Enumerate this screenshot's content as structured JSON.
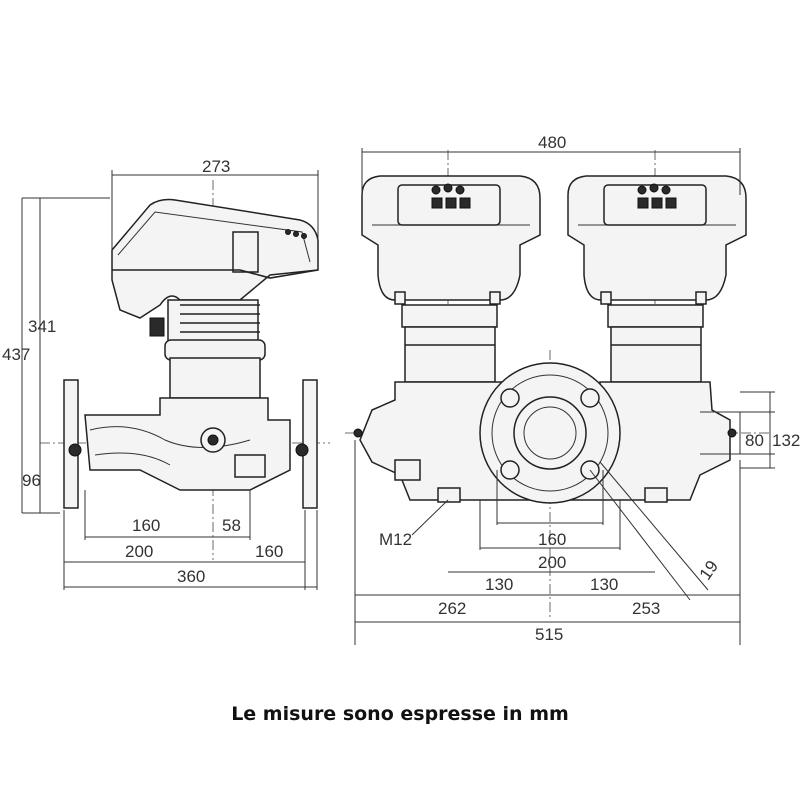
{
  "caption": "Le misure sono espresse in mm",
  "side_view": {
    "dims": {
      "width_top": "273",
      "height_motor": "341",
      "height_total": "437",
      "height_axis": "96",
      "flange_160": "160",
      "offset_58": "58",
      "half_200": "200",
      "half_160": "160",
      "overall_360": "360"
    }
  },
  "front_view": {
    "dims": {
      "width_motors": "480",
      "flange_80": "80",
      "flange_132": "132",
      "bolt": "M12",
      "pitch_160": "160",
      "pitch_200": "200",
      "half_130_left": "130",
      "half_130_right": "130",
      "left_262": "262",
      "right_253": "253",
      "overall_515": "515",
      "angle_19": "19"
    }
  }
}
